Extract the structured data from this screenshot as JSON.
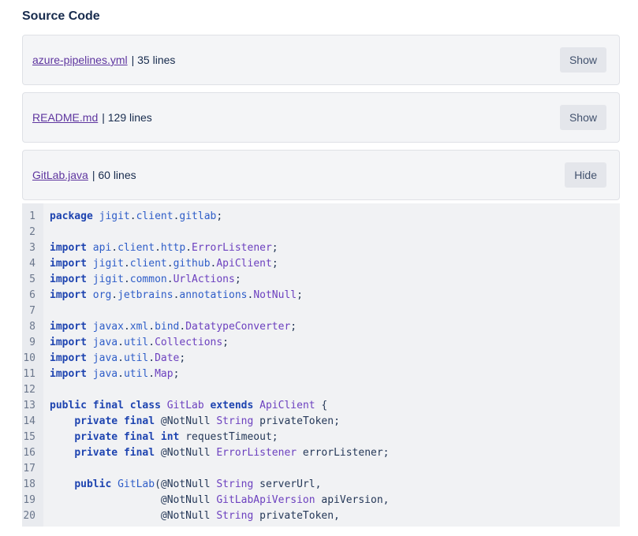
{
  "page": {
    "title": "Source Code"
  },
  "files": [
    {
      "name": "azure-pipelines.yml",
      "meta": "| 35 lines",
      "button": "Show"
    },
    {
      "name": "README.md",
      "meta": "| 129 lines",
      "button": "Show"
    },
    {
      "name": "GitLab.java",
      "meta": "| 60 lines",
      "button": "Hide"
    }
  ],
  "code": {
    "file": "GitLab.java",
    "palette": {
      "keyword": "#1E44B0",
      "name": "#2E5DC8",
      "type": "#6C40BF",
      "plain": "#253858",
      "line_number": "#6B778C",
      "gutter_bg": "#E9EBEF",
      "code_bg": "#F1F2F4"
    },
    "lines": [
      {
        "num": "1",
        "tokens": [
          [
            "k",
            "package"
          ],
          [
            "p",
            " "
          ],
          [
            "n",
            "jigit"
          ],
          [
            "p",
            "."
          ],
          [
            "n",
            "client"
          ],
          [
            "p",
            "."
          ],
          [
            "n",
            "gitlab"
          ],
          [
            "p",
            ";"
          ]
        ]
      },
      {
        "num": "2",
        "tokens": []
      },
      {
        "num": "3",
        "tokens": [
          [
            "k",
            "import"
          ],
          [
            "p",
            " "
          ],
          [
            "n",
            "api"
          ],
          [
            "p",
            "."
          ],
          [
            "n",
            "client"
          ],
          [
            "p",
            "."
          ],
          [
            "n",
            "http"
          ],
          [
            "p",
            "."
          ],
          [
            "t",
            "ErrorListener"
          ],
          [
            "p",
            ";"
          ]
        ]
      },
      {
        "num": "4",
        "tokens": [
          [
            "k",
            "import"
          ],
          [
            "p",
            " "
          ],
          [
            "n",
            "jigit"
          ],
          [
            "p",
            "."
          ],
          [
            "n",
            "client"
          ],
          [
            "p",
            "."
          ],
          [
            "n",
            "github"
          ],
          [
            "p",
            "."
          ],
          [
            "t",
            "ApiClient"
          ],
          [
            "p",
            ";"
          ]
        ]
      },
      {
        "num": "5",
        "tokens": [
          [
            "k",
            "import"
          ],
          [
            "p",
            " "
          ],
          [
            "n",
            "jigit"
          ],
          [
            "p",
            "."
          ],
          [
            "n",
            "common"
          ],
          [
            "p",
            "."
          ],
          [
            "t",
            "UrlActions"
          ],
          [
            "p",
            ";"
          ]
        ]
      },
      {
        "num": "6",
        "tokens": [
          [
            "k",
            "import"
          ],
          [
            "p",
            " "
          ],
          [
            "n",
            "org"
          ],
          [
            "p",
            "."
          ],
          [
            "n",
            "jetbrains"
          ],
          [
            "p",
            "."
          ],
          [
            "n",
            "annotations"
          ],
          [
            "p",
            "."
          ],
          [
            "t",
            "NotNull"
          ],
          [
            "p",
            ";"
          ]
        ]
      },
      {
        "num": "7",
        "tokens": []
      },
      {
        "num": "8",
        "tokens": [
          [
            "k",
            "import"
          ],
          [
            "p",
            " "
          ],
          [
            "n",
            "javax"
          ],
          [
            "p",
            "."
          ],
          [
            "n",
            "xml"
          ],
          [
            "p",
            "."
          ],
          [
            "n",
            "bind"
          ],
          [
            "p",
            "."
          ],
          [
            "t",
            "DatatypeConverter"
          ],
          [
            "p",
            ";"
          ]
        ]
      },
      {
        "num": "9",
        "tokens": [
          [
            "k",
            "import"
          ],
          [
            "p",
            " "
          ],
          [
            "n",
            "java"
          ],
          [
            "p",
            "."
          ],
          [
            "n",
            "util"
          ],
          [
            "p",
            "."
          ],
          [
            "t",
            "Collections"
          ],
          [
            "p",
            ";"
          ]
        ]
      },
      {
        "num": "10",
        "tokens": [
          [
            "k",
            "import"
          ],
          [
            "p",
            " "
          ],
          [
            "n",
            "java"
          ],
          [
            "p",
            "."
          ],
          [
            "n",
            "util"
          ],
          [
            "p",
            "."
          ],
          [
            "t",
            "Date"
          ],
          [
            "p",
            ";"
          ]
        ]
      },
      {
        "num": "11",
        "tokens": [
          [
            "k",
            "import"
          ],
          [
            "p",
            " "
          ],
          [
            "n",
            "java"
          ],
          [
            "p",
            "."
          ],
          [
            "n",
            "util"
          ],
          [
            "p",
            "."
          ],
          [
            "t",
            "Map"
          ],
          [
            "p",
            ";"
          ]
        ]
      },
      {
        "num": "12",
        "tokens": []
      },
      {
        "num": "13",
        "tokens": [
          [
            "k",
            "public"
          ],
          [
            "p",
            " "
          ],
          [
            "k",
            "final"
          ],
          [
            "p",
            " "
          ],
          [
            "k",
            "class"
          ],
          [
            "p",
            " "
          ],
          [
            "t",
            "GitLab"
          ],
          [
            "p",
            " "
          ],
          [
            "k",
            "extends"
          ],
          [
            "p",
            " "
          ],
          [
            "t",
            "ApiClient"
          ],
          [
            "p",
            " {"
          ]
        ]
      },
      {
        "num": "14",
        "tokens": [
          [
            "p",
            "    "
          ],
          [
            "k",
            "private"
          ],
          [
            "p",
            " "
          ],
          [
            "k",
            "final"
          ],
          [
            "p",
            " @NotNull "
          ],
          [
            "t",
            "String"
          ],
          [
            "p",
            " privateToken;"
          ]
        ]
      },
      {
        "num": "15",
        "tokens": [
          [
            "p",
            "    "
          ],
          [
            "k",
            "private"
          ],
          [
            "p",
            " "
          ],
          [
            "k",
            "final"
          ],
          [
            "p",
            " "
          ],
          [
            "k",
            "int"
          ],
          [
            "p",
            " requestTimeout;"
          ]
        ]
      },
      {
        "num": "16",
        "tokens": [
          [
            "p",
            "    "
          ],
          [
            "k",
            "private"
          ],
          [
            "p",
            " "
          ],
          [
            "k",
            "final"
          ],
          [
            "p",
            " @NotNull "
          ],
          [
            "t",
            "ErrorListener"
          ],
          [
            "p",
            " errorListener;"
          ]
        ]
      },
      {
        "num": "17",
        "tokens": []
      },
      {
        "num": "18",
        "tokens": [
          [
            "p",
            "    "
          ],
          [
            "k",
            "public"
          ],
          [
            "p",
            " "
          ],
          [
            "n",
            "GitLab"
          ],
          [
            "p",
            "(@NotNull "
          ],
          [
            "t",
            "String"
          ],
          [
            "p",
            " serverUrl,"
          ]
        ]
      },
      {
        "num": "19",
        "tokens": [
          [
            "p",
            "                  @NotNull "
          ],
          [
            "t",
            "GitLabApiVersion"
          ],
          [
            "p",
            " apiVersion,"
          ]
        ]
      },
      {
        "num": "20",
        "tokens": [
          [
            "p",
            "                  @NotNull "
          ],
          [
            "t",
            "String"
          ],
          [
            "p",
            " privateToken,"
          ]
        ]
      }
    ]
  }
}
